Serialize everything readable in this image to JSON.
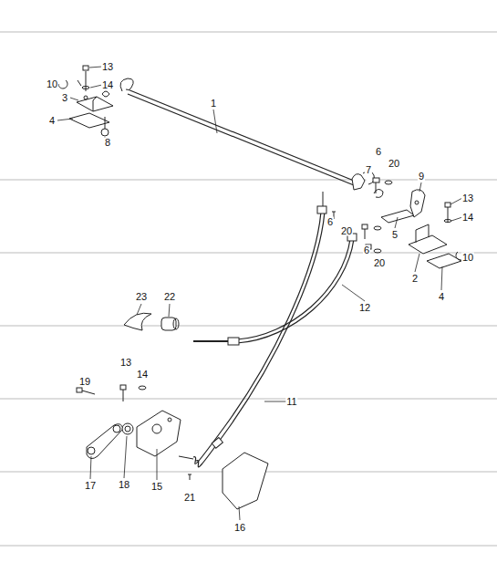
{
  "diagram": {
    "labels": [
      "10",
      "13",
      "14",
      "3",
      "4",
      "8",
      "1",
      "6",
      "7",
      "20",
      "9",
      "6",
      "20",
      "13",
      "14",
      "5",
      "6",
      "20",
      "2",
      "10",
      "4",
      "23",
      "22",
      "12",
      "13",
      "14",
      "19",
      "11",
      "17",
      "18",
      "15",
      "21",
      "16"
    ]
  }
}
